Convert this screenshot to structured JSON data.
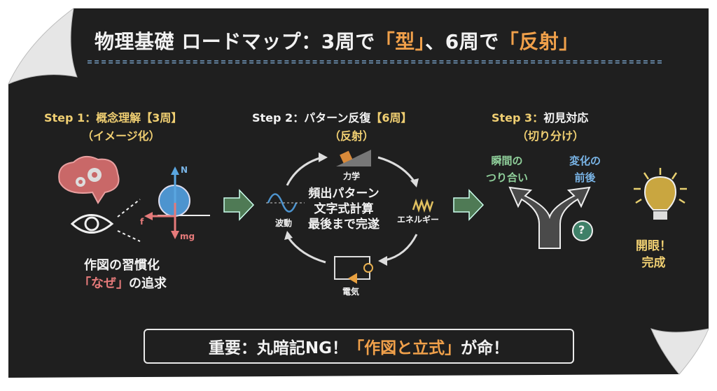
{
  "title": {
    "prefix": "物理基礎 ロードマップ：3周で",
    "kata": "「型」",
    "mid": "、6周で",
    "hansha": "「反射」"
  },
  "step1": {
    "heading": "Step 1：概念理解",
    "laps": "【3周】",
    "sub": "（イメージ化）",
    "force_labels": {
      "normal": "N",
      "friction": "f",
      "gravity": "mg"
    },
    "caption_line1": "作図の習慣化",
    "caption_naze": "「なぜ」",
    "caption_rest": "の追求"
  },
  "step2": {
    "heading": "Step 2：パターン反復",
    "laps": "【6周】",
    "sub": "（反射）",
    "center_lines": [
      "頻出パターン",
      "文字式計算",
      "最後まで完遂"
    ],
    "cycle": {
      "mechanics": "力学",
      "energy": "エネルギー",
      "electricity": "電気",
      "waves": "波動"
    }
  },
  "step3": {
    "heading_step": "Step 3：",
    "heading_rest": "初見対応",
    "sub": "（切り分け）",
    "left_branch": [
      "瞬間の",
      "つり合い"
    ],
    "right_branch": [
      "変化の",
      "前後"
    ],
    "question": "?"
  },
  "goal": {
    "line1": "開眼！",
    "line2": "完成"
  },
  "notice": {
    "prefix": "重要：丸暗記NG！",
    "highlight": "「作図と立式」",
    "suffix": "が命！"
  },
  "colors": {
    "board": "#1f1f1f",
    "yellow": "#f0cf72",
    "orange": "#f0a04a",
    "green": "#4f7a55",
    "blue": "#79b4e6",
    "pink": "#e57a7a"
  }
}
